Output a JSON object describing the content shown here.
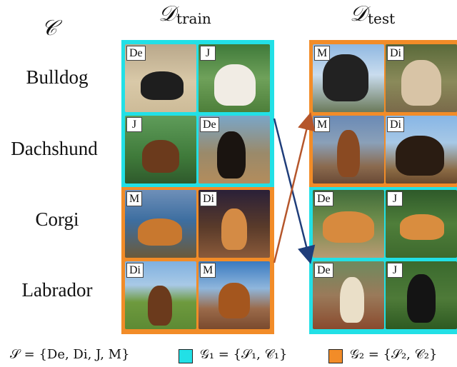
{
  "headers": {
    "classes_symbol": "𝒞",
    "train": {
      "symbol": "𝒟",
      "subscript": "train"
    },
    "test": {
      "symbol": "𝒟",
      "subscript": "test"
    }
  },
  "rows": [
    "Bulldog",
    "Dachshund",
    "Corgi",
    "Labrador"
  ],
  "train_grid": [
    [
      "De",
      "J"
    ],
    [
      "J",
      "De"
    ],
    [
      "M",
      "Di"
    ],
    [
      "Di",
      "M"
    ]
  ],
  "test_grid": [
    [
      "M",
      "Di"
    ],
    [
      "M",
      "Di"
    ],
    [
      "De",
      "J"
    ],
    [
      "De",
      "J"
    ]
  ],
  "colors": {
    "group1": "#22e0e6",
    "group2": "#f28c28",
    "arrow_blue": "#1f3d7a",
    "arrow_orange": "#b5562b"
  },
  "legend": {
    "styles": "𝒮 = {De, Di, J, M}",
    "group1": "𝒢₁ = {𝒮₁, 𝒞₁}",
    "group2": "𝒢₂ = {𝒮₂, 𝒞₂}"
  }
}
